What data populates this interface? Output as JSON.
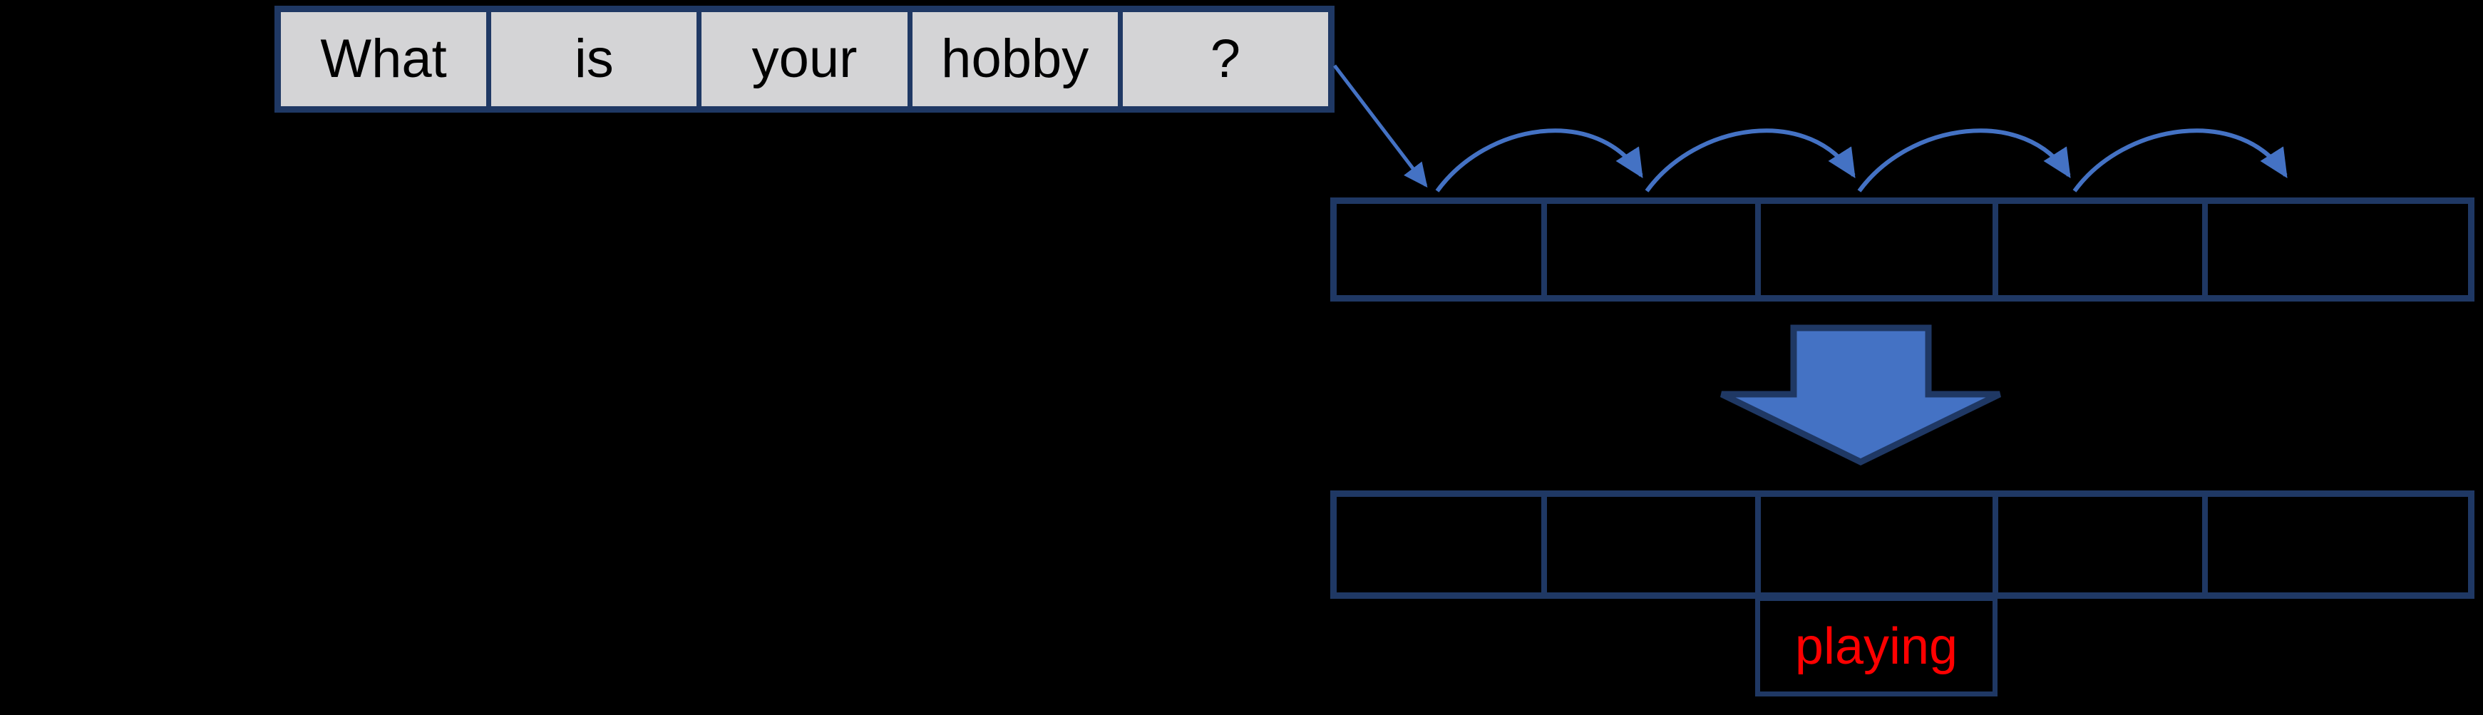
{
  "colors": {
    "canvas-bg": "#000000",
    "accent-blue": "#4472C4",
    "border-navy": "#1F3864",
    "token-cell-gray": "#D4D4D6",
    "token-text": "#000000",
    "prediction-red": "#FF0000"
  },
  "input_row": {
    "tokens": [
      "What",
      "is",
      "your",
      "hobby",
      "?"
    ]
  },
  "hidden_row": {
    "cell_count": 5,
    "cells": [
      "",
      "",
      "",
      "",
      ""
    ]
  },
  "output_row": {
    "cell_count": 5,
    "cells": [
      "",
      "",
      "",
      "",
      ""
    ]
  },
  "prediction": {
    "label": "playing"
  }
}
